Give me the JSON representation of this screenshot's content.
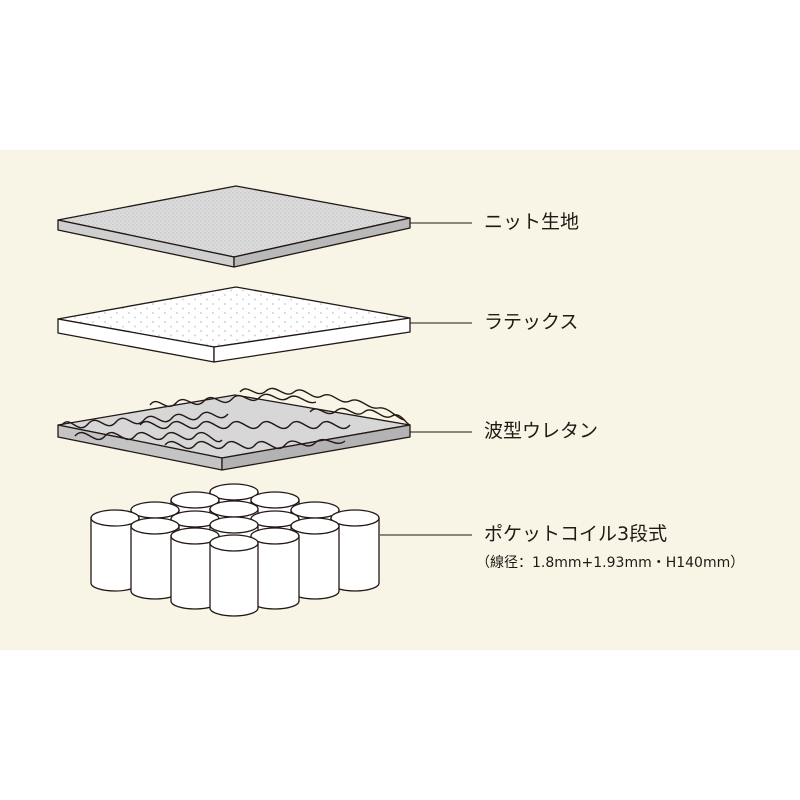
{
  "background_color": "#f8f5e7",
  "line_color": "#231815",
  "layers": [
    {
      "id": "knit",
      "label": "ニット生地",
      "icon": "knit-fabric-layer"
    },
    {
      "id": "latex",
      "label": "ラテックス",
      "icon": "latex-layer"
    },
    {
      "id": "wave",
      "label": "波型ウレタン",
      "icon": "wave-urethane-layer"
    },
    {
      "id": "coil",
      "label": "ポケットコイル3段式",
      "sublabel": "（線径：1.8mm+1.93mm・H140mm）",
      "icon": "pocket-coil-layer"
    }
  ]
}
